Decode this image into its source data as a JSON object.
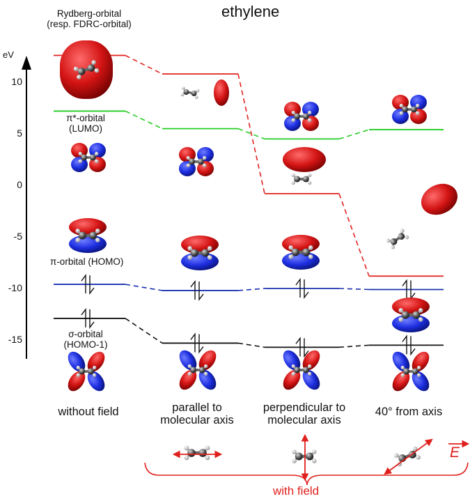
{
  "title": "ethylene",
  "axis": {
    "unit": "eV",
    "ticks": [
      "10",
      "5",
      "0",
      "-5",
      "-10",
      "-15"
    ]
  },
  "orbital_labels": {
    "rydberg_line1": "Rydberg-orbital",
    "rydberg_line2": "(resp. FDRC-orbital)",
    "lumo_line1": "π*-orbital",
    "lumo_line2": "(LUMO)",
    "homo": "π-orbital (HOMO)",
    "homo1_line1": "σ-orbital",
    "homo1_line2": "(HOMO-1)"
  },
  "columns": [
    {
      "line1": "without field",
      "line2": ""
    },
    {
      "line1": "parallel to",
      "line2": "molecular axis"
    },
    {
      "line1": "perpendicular to",
      "line2": "molecular axis"
    },
    {
      "line1": "40° from axis",
      "line2": ""
    }
  ],
  "field": {
    "symbol": "E",
    "group_label": "with field"
  },
  "levels_ev": {
    "rydberg": [
      12.6,
      10.8,
      -0.8,
      -8.8
    ],
    "lumo": [
      7.2,
      5.5,
      4.5,
      5.4
    ],
    "homo": [
      -9.6,
      -10.2,
      -10.0,
      -10.1
    ],
    "homo1": [
      -12.9,
      -15.3,
      -15.7,
      -15.5
    ]
  },
  "colors": {
    "rydberg": "#e0201c",
    "lumo": "#22cc22",
    "homo": "#1a2fb0",
    "homo1": "#111111",
    "lobe_red": "#d01818",
    "lobe_blue": "#1c2fd8",
    "accent": "#e0201c"
  }
}
